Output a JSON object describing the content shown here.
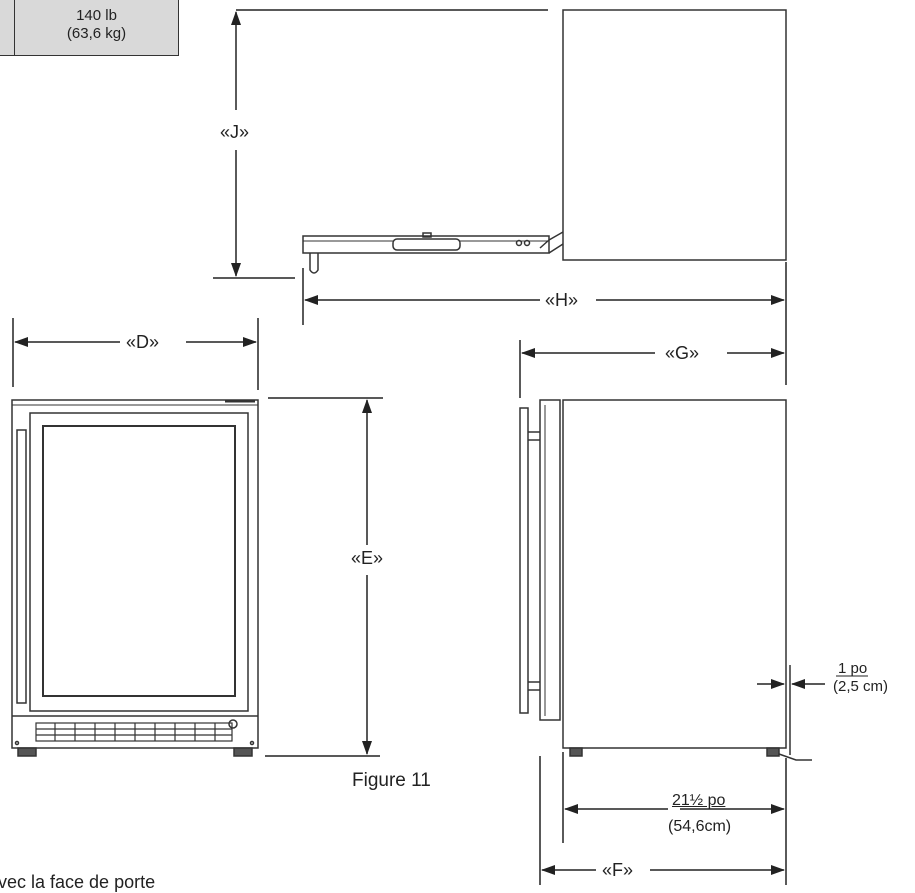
{
  "weight": {
    "imperial": "140 lb",
    "metric": "(63,6 kg)"
  },
  "labels": {
    "J": "«J»",
    "H": "«H»",
    "D": "«D»",
    "G": "«G»",
    "E": "«E»",
    "F": "«F»"
  },
  "gap": {
    "imperial": "1 po",
    "metric": "(2,5 cm)"
  },
  "depth": {
    "imperial": "21½ po",
    "metric": "(54,6cm)"
  },
  "figure_caption": "Figure 11",
  "bottom_text": "vec la face de porte"
}
